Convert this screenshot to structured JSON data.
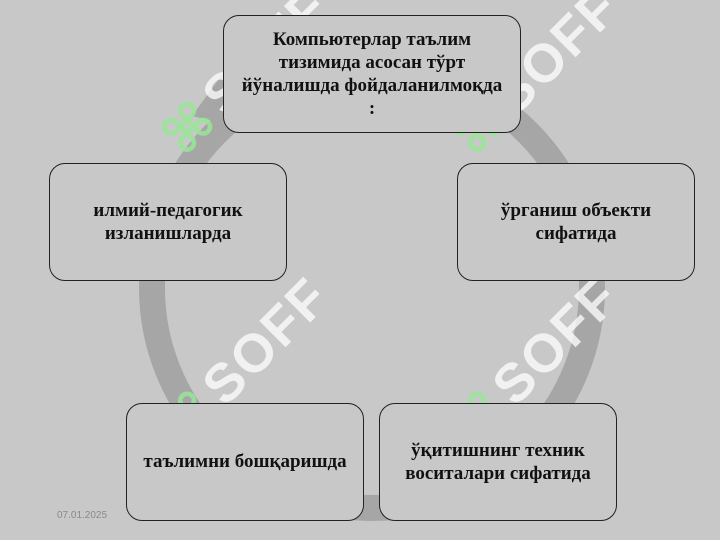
{
  "diagram": {
    "center": "Компьютерлар  таълим тизимида асосан тўрт йўналишда фойдаланилмоқда :",
    "directions": [
      "ўрганиш объекти сифатида",
      "ўқитишнинг техник воситалари сифатида",
      "таълимни бошқаришда",
      "илмий-педагогик изланишларда"
    ]
  },
  "watermark": {
    "text": "SOFF"
  },
  "footer": {
    "date": "07.01.2025"
  },
  "colors": {
    "background": "#c8c8c8",
    "cycle_arrow": "#a6a6a6",
    "border": "#222222"
  }
}
